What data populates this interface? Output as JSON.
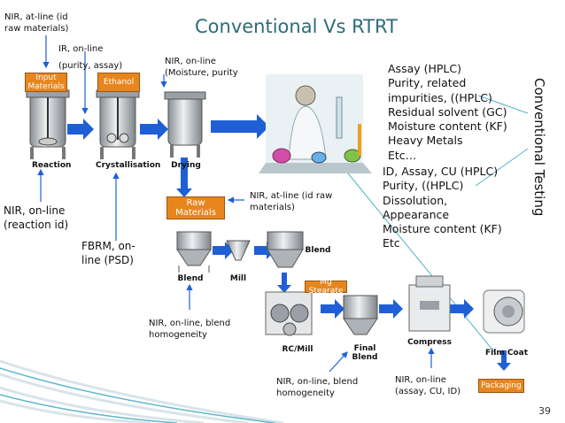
{
  "title": "Conventional Vs RTRT",
  "side_label": "Conventional Testing",
  "page_number": "39",
  "annotations": {
    "nir_atline_raw": "NIR, at-line (id\nraw materials)",
    "ir_online": "IR, on-line\n(purity, assay)",
    "nir_online_moisture": "NIR, on-line\n(Moisture, purity",
    "nir_online_reaction": "NIR, on-line\n(reaction id)",
    "fbrm_online": "FBRM, on-\nline (PSD)",
    "nir_atline_id_raw": "NIR, at-line (id raw\nmaterials)",
    "nir_blend_1": "NIR, on-line, blend\nhomogeneity",
    "nir_blend_2": "NIR, on-line, blend\nhomogeneity",
    "nir_assay_cu": "NIR, on-line\n(assay, CU, ID)"
  },
  "conventional_api": "Assay (HPLC)\nPurity, related\nimpurities, ((HPLC)\nResidual solvent (GC)\nMoisture content (KF)\nHeavy Metals\nEtc…",
  "conventional_product": "ID, Assay, CU (HPLC)\nPurity, ((HPLC)\nDissolution,\nAppearance\nMoisture content (KF)\nEtc",
  "boxes": {
    "input_materials": "Input\nMaterials",
    "ethanol": "Ethanol",
    "raw_materials": "Raw\nMaterials",
    "mg_stearate": "Mg Stearate",
    "packaging": "Packaging"
  },
  "captions": {
    "reaction": "Reaction",
    "crystallisation": "Crystallisation",
    "drying": "Drying",
    "blend1": "Blend",
    "mill": "Mill",
    "blend2": "Blend",
    "rc_mill": "RC/Mill",
    "final_blend": "Final\nBlend",
    "compress": "Compress",
    "film_coat": "Film Coat"
  },
  "colors": {
    "title": "#2e6b7a",
    "arrow": "#1f5fd6",
    "box": "#e7861f",
    "pointer_line": "#4fb3c9"
  }
}
